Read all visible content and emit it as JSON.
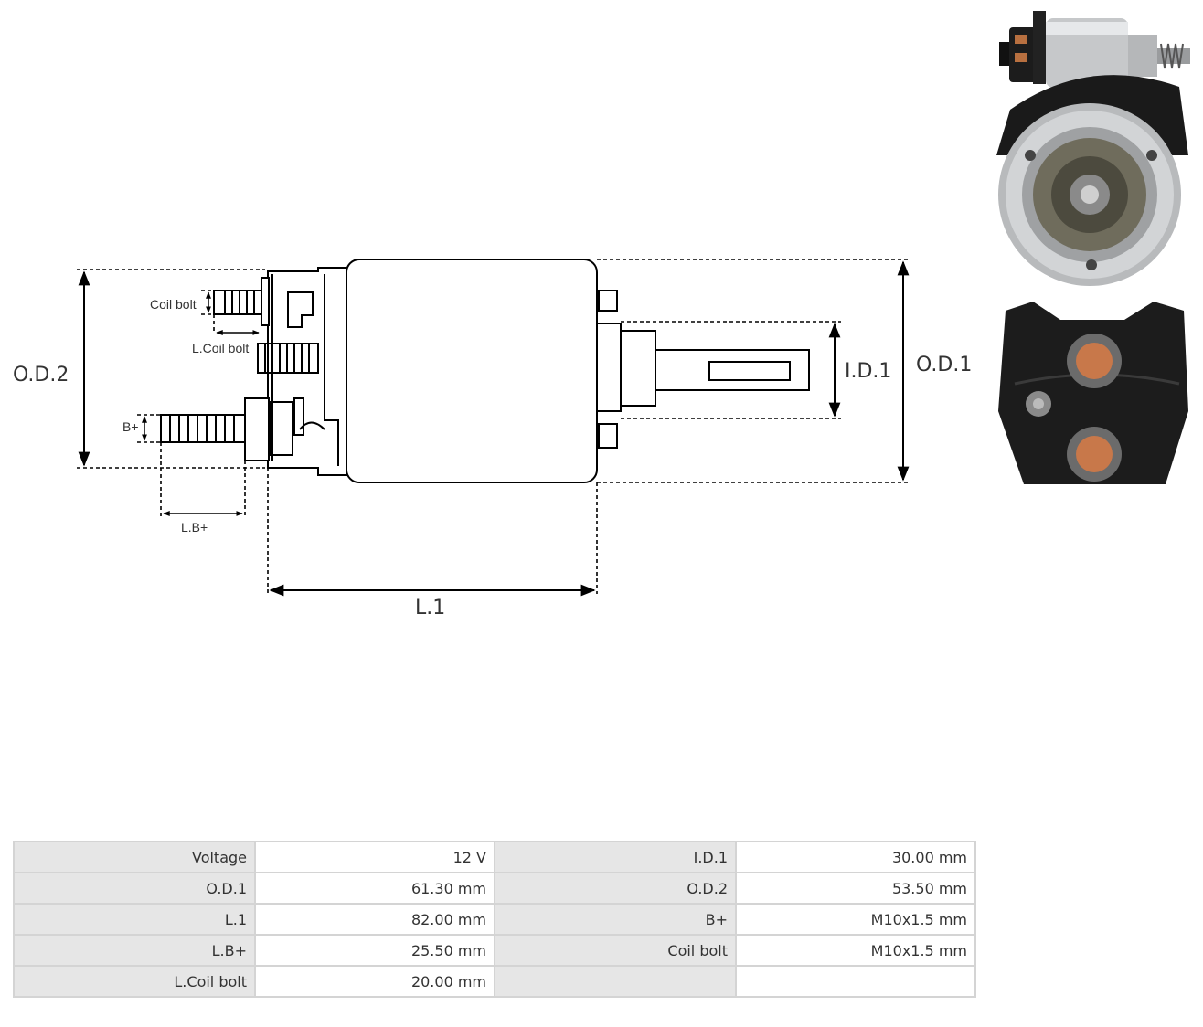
{
  "diagram": {
    "labels": {
      "od2": "O.D.2",
      "od1": "O.D.1",
      "id1": "I.D.1",
      "l1": "L.1",
      "coil_bolt": "Coil bolt",
      "l_coil_bolt": "L.Coil bolt",
      "b_plus": "B+",
      "l_b_plus": "L.B+"
    }
  },
  "specs": {
    "rows": [
      {
        "label1": "Voltage",
        "value1": "12 V",
        "label2": "I.D.1",
        "value2": "30.00 mm"
      },
      {
        "label1": "O.D.1",
        "value1": "61.30 mm",
        "label2": "O.D.2",
        "value2": "53.50 mm"
      },
      {
        "label1": "L.1",
        "value1": "82.00 mm",
        "label2": "B+",
        "value2": "M10x1.5 mm"
      },
      {
        "label1": "L.B+",
        "value1": "25.50 mm",
        "label2": "Coil bolt",
        "value2": "M10x1.5 mm"
      },
      {
        "label1": "L.Coil bolt",
        "value1": "20.00 mm",
        "label2": "",
        "value2": ""
      }
    ]
  },
  "photos": {
    "side_view": "solenoid-side-photo",
    "front_view": "solenoid-front-photo",
    "rear_view": "solenoid-terminal-photo"
  },
  "colors": {
    "table_label_bg": "#e6e6e6",
    "table_border": "#d4d4d4",
    "copper": "#c8784a",
    "housing_silver": "#c9c9c9",
    "cap_black": "#1c1c1c"
  }
}
